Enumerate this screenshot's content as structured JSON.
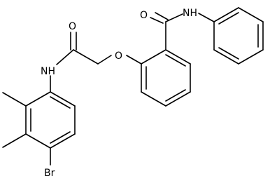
{
  "molecule": {
    "atom_labels": {
      "carbonyl_oxygen_right": "O",
      "amide_nh_right": "NH",
      "carbonyl_oxygen_left": "O",
      "amide_nh_left": "NH",
      "ether_oxygen": "O",
      "bromine": "Br"
    }
  },
  "colors": {
    "bond": "#000000",
    "label": "#000000",
    "background": "#ffffff"
  }
}
